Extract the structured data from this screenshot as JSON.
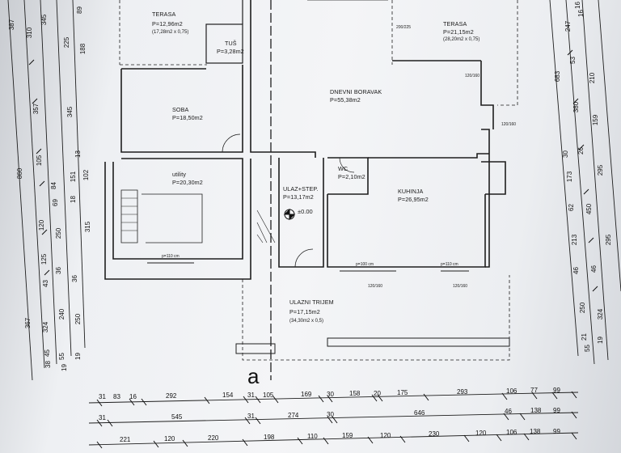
{
  "rooms": [
    {
      "name": "TERASA",
      "area": "P=12,96m2",
      "note": "(17,28m2 x 0,75)"
    },
    {
      "name": "TUŠ",
      "area": "P=3,28m2"
    },
    {
      "name": "SOBA",
      "area": "P=18,50m2"
    },
    {
      "name": "utility",
      "area": "P=20,30m2"
    },
    {
      "name": "DNEVNI BORAVAK",
      "area": "P=55,38m2"
    },
    {
      "name": "TERASA",
      "area": "P=21,15m2",
      "note": "(28,20m2 x 0,75)"
    },
    {
      "name": "ULAZ+STEP.",
      "area": "P=13,17m2"
    },
    {
      "name": "WC",
      "area": "P=2,10m2"
    },
    {
      "name": "KUHINJA",
      "area": "P=26,95m2"
    },
    {
      "name": "ULAZNI TRIJEM",
      "area": "P=17,15m2",
      "note": "(34,30m2 x 0,5)"
    }
  ],
  "level_mark": "±0.00",
  "section_marker": "a",
  "window_labels": [
    "p=110 cm",
    "p=100 cm",
    "p=110 cm",
    "120/160",
    "120/160",
    "120/160",
    "200/225",
    "120/160"
  ],
  "dim_rows": {
    "row1": [
      "31",
      "83",
      "16",
      "292",
      "154",
      "31",
      "105",
      "169",
      "30",
      "158",
      "20",
      "175",
      "293",
      "106",
      "77",
      "99"
    ],
    "row2": [
      "31",
      "545",
      "31",
      "274",
      "30",
      "646",
      "46",
      "138",
      "99"
    ],
    "row3": [
      "221",
      "120",
      "220",
      "198",
      "110",
      "159",
      "120",
      "230",
      "120",
      "106",
      "138",
      "99"
    ]
  },
  "left_dims": {
    "col1": [
      "387",
      "860",
      "367"
    ],
    "col2": [
      "310",
      "357",
      "105",
      "120",
      "125",
      "43",
      "324",
      "45",
      "38"
    ],
    "col3": [
      "345",
      "84",
      "69",
      "250",
      "36",
      "240",
      "55",
      "19"
    ],
    "col4": [
      "225",
      "345",
      "151",
      "18",
      "36",
      "250"
    ],
    "col5": [
      "89",
      "188",
      "102",
      "315",
      "13",
      "19"
    ]
  },
  "right_dims": {
    "col1": [
      "247",
      "683",
      "173",
      "62",
      "213",
      "46",
      "250",
      "55"
    ],
    "col2": [
      "53",
      "210",
      "380",
      "450",
      "46",
      "324",
      "19"
    ],
    "col3": [
      "159",
      "295",
      "295",
      "16"
    ],
    "col4": [
      "30",
      "26",
      "21",
      "16"
    ]
  }
}
